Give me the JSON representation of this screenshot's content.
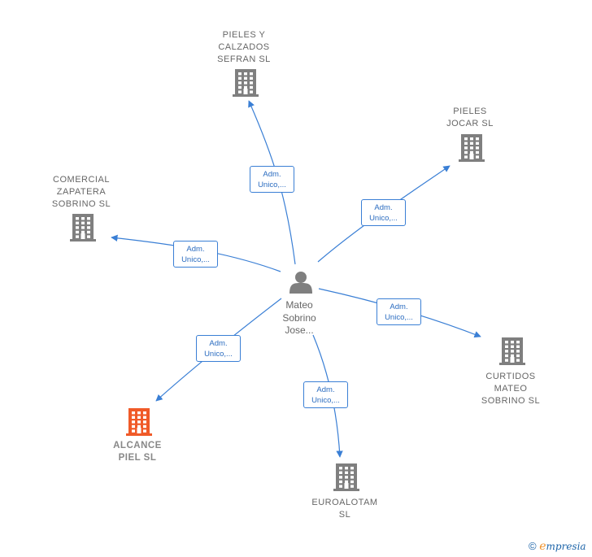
{
  "center": {
    "name": "Mateo\nSobrino\nJose..."
  },
  "companies": [
    {
      "id": "pieles-calzados",
      "name": "PIELES Y\nCALZADOS\nSEFRAN  SL",
      "highlight": false
    },
    {
      "id": "pieles-jocar",
      "name": "PIELES\nJOCAR  SL",
      "highlight": false
    },
    {
      "id": "comercial-zapatera",
      "name": "COMERCIAL\nZAPATERA\nSOBRINO  SL",
      "highlight": false
    },
    {
      "id": "curtidos-mateo",
      "name": "CURTIDOS\nMATEO\nSOBRINO  SL",
      "highlight": false
    },
    {
      "id": "alcance-piel",
      "name": "ALCANCE\nPIEL  SL",
      "highlight": true
    },
    {
      "id": "euroalotam",
      "name": "EUROALOTAM\nSL",
      "highlight": false
    }
  ],
  "edges": [
    {
      "to": "pieles-calzados",
      "label": "Adm.\nUnico,..."
    },
    {
      "to": "pieles-jocar",
      "label": "Adm.\nUnico,..."
    },
    {
      "to": "comercial-zapatera",
      "label": "Adm.\nUnico,..."
    },
    {
      "to": "curtidos-mateo",
      "label": "Adm.\nUnico,..."
    },
    {
      "to": "alcance-piel",
      "label": "Adm.\nUnico,..."
    },
    {
      "to": "euroalotam",
      "label": "Adm.\nUnico,..."
    }
  ],
  "colors": {
    "edge": "#3a7fd5",
    "building": "#7f7f7f",
    "building_highlight": "#f05a28",
    "person": "#7f7f7f"
  },
  "footer": {
    "copyright": "©",
    "brand_initial": "e",
    "brand_rest": "mpresia"
  }
}
